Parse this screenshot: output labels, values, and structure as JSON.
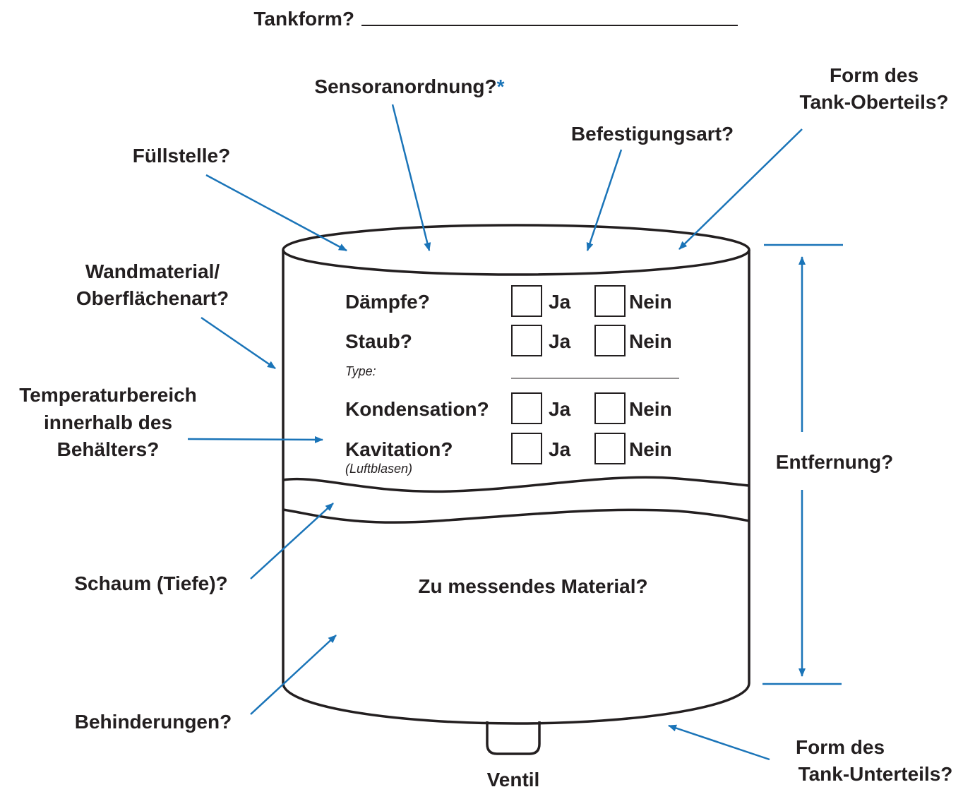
{
  "title": {
    "label": "Tankform?"
  },
  "labels": {
    "sensor": "Sensoranordnung?",
    "sensor_asterisk": "*",
    "top_shape_line1": "Form des",
    "top_shape_line2": "Tank-Oberteils?",
    "mounting": "Befestigungsart?",
    "fill_point": "Füllstelle?",
    "wall_line1": "Wandmaterial/",
    "wall_line2": "Oberflächenart?",
    "temp_line1": "Temperaturbereich",
    "temp_line2": "innerhalb des",
    "temp_line3": "Behälters?",
    "distance": "Entfernung?",
    "foam": "Schaum (Tiefe)?",
    "material": "Zu messendes Material?",
    "obstructions": "Behinderungen?",
    "bottom_shape_line1": "Form des",
    "bottom_shape_line2": "Tank-Unterteils?",
    "valve": "Ventil"
  },
  "conditions": {
    "yes_label": "Ja",
    "no_label": "Nein",
    "vapors": "Dämpfe?",
    "dust": "Staub?",
    "type_label": "Type:",
    "condensation": "Kondensation?",
    "cavitation": "Kavitation?",
    "cavitation_note": "(Luftblasen)"
  },
  "colors": {
    "arrow": "#1a74b8",
    "line": "#231f20",
    "background": "#ffffff"
  }
}
